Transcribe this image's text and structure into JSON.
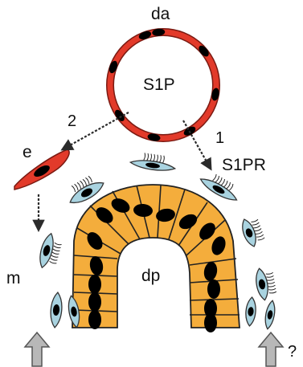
{
  "labels": {
    "dorsal_aorta": "da",
    "aorta_lumen": "S1P",
    "path_two": "2",
    "path_one": "1",
    "endothelial_cell": "e",
    "receptor": "S1PR",
    "mural_cells": "m",
    "dermomyotome": "dp",
    "unknown_source": "?"
  },
  "colors": {
    "endothelium": "#e23a2a",
    "endothelium_stroke": "#7a1a12",
    "dermomyotome": "#f4ad3c",
    "mural_cell": "#a9d3e0",
    "nucleus": "#000000",
    "arrow": "#2b2b2b",
    "inflow_arrow": "#b8b8b8"
  }
}
